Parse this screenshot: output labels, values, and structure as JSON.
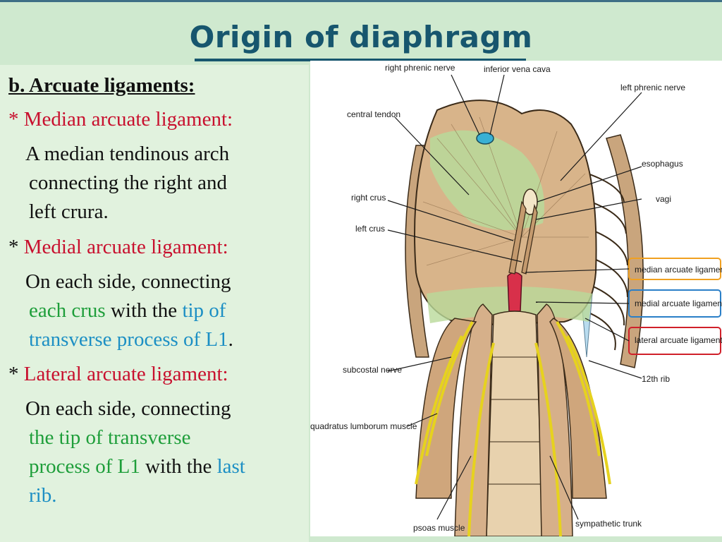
{
  "slide": {
    "title": "Origin of diaphragm",
    "heading": "b. Arcuate ligaments:",
    "median": {
      "bullet": "* ",
      "title": "Median arcuate ligament:",
      "lines": [
        "A median tendinous arch",
        "connecting the right and",
        "left crura."
      ]
    },
    "medial": {
      "bullet": "* ",
      "title": "Medial arcuate ligament:",
      "line1": "On each side, connecting",
      "line2_green": "each crus",
      "line2_black": " with the ",
      "line2_blue": "tip of",
      "line3_blue": "transverse process of L1",
      "line3_end": "."
    },
    "lateral": {
      "bullet": "* ",
      "title": "Lateral arcuate ligament:",
      "line1": "On each side, connecting",
      "line2_green": "the tip of transverse",
      "line3_green": "process of L1",
      "line3_black": " with the ",
      "line3_blue": "last",
      "line4_blue": "rib."
    }
  },
  "figure": {
    "labels": {
      "right_phrenic": "right phrenic nerve",
      "ivc": "inferior vena cava",
      "left_phrenic": "left phrenic nerve",
      "central_tendon": "central tendon",
      "esophagus": "esophagus",
      "right_crus": "right crus",
      "vagi": "vagi",
      "left_crus": "left crus",
      "median_arcuate": "median arcuate ligament",
      "medial_arcuate": "medial arcuate ligament",
      "lateral_arcuate": "lateral arcuate ligament",
      "subcostal": "subcostal nerve",
      "rib12": "12th rib",
      "quadratus": "quadratus lumborum muscle",
      "psoas": "psoas muscle",
      "sympathetic": "sympathetic trunk"
    },
    "colors": {
      "median_box": "#f0a020",
      "medial_box": "#2a7fc8",
      "lateral_box": "#d0202a"
    }
  }
}
